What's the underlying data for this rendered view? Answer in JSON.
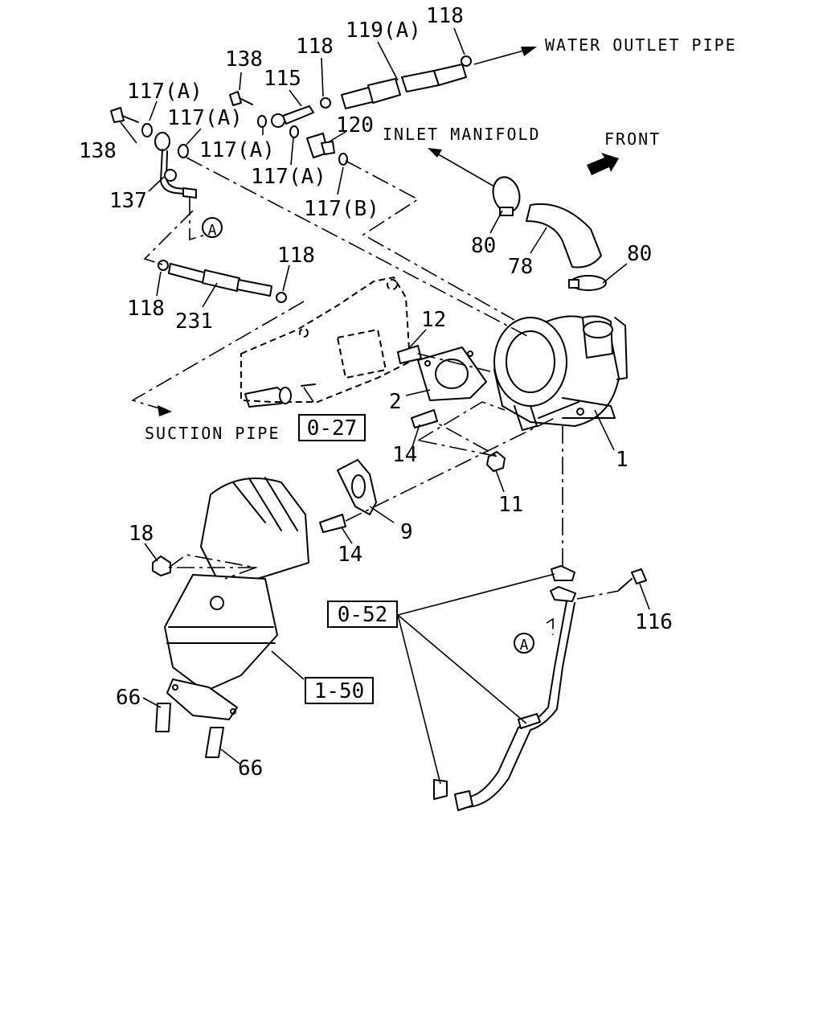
{
  "notes": {
    "water_outlet": "WATER OUTLET PIPE",
    "inlet_manifold": "INLET MANIFOLD",
    "front": "FRONT",
    "suction_pipe": "SUCTION PIPE"
  },
  "refs": {
    "r027": "0-27",
    "r052": "0-52",
    "r150": "1-50"
  },
  "callouts": {
    "c_a1": "A",
    "c_a2": "A"
  },
  "labels": {
    "l118a": "118",
    "l119": "119(A)",
    "l118b": "118",
    "l138a": "138",
    "l115": "115",
    "l117a1": "117(A)",
    "l117a2": "117(A)",
    "l120": "120",
    "l117a3": "117(A)",
    "l138b": "138",
    "l117a4": "117(A)",
    "l137": "137",
    "l117b": "117(B)",
    "l118c": "118",
    "l118d": "118",
    "l231": "231",
    "l80a": "80",
    "l78": "78",
    "l80b": "80",
    "l12": "12",
    "l2": "2",
    "l14a": "14",
    "l1": "1",
    "l11": "11",
    "l9": "9",
    "l18": "18",
    "l14b": "14",
    "l116": "116",
    "l66a": "66",
    "l66b": "66"
  }
}
